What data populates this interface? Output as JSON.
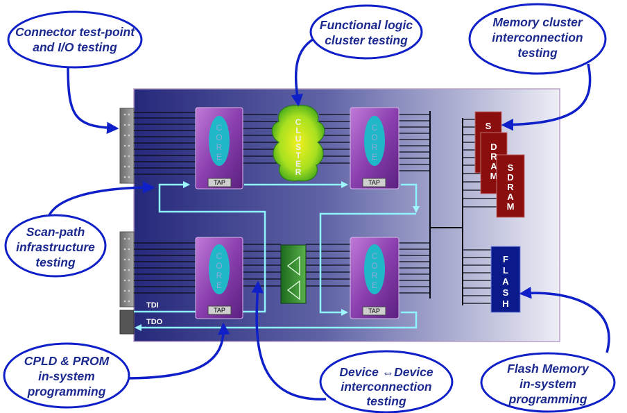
{
  "callouts": {
    "connector": [
      "Connector  test-point",
      "and  I/O testing"
    ],
    "functional": [
      "Functional logic",
      "cluster testing"
    ],
    "memory": [
      "Memory cluster",
      "interconnection",
      "testing"
    ],
    "scanpath": [
      "Scan-path",
      "infrastructure",
      "testing"
    ],
    "cpld": [
      "CPLD & PROM",
      "in-system",
      "programming"
    ],
    "device": [
      "Device ⇔Device",
      "interconnection",
      "testing"
    ],
    "flash_mem": [
      "Flash Memory",
      "in-system",
      "programming"
    ]
  },
  "chips": {
    "core_letters": [
      "C",
      "O",
      "R",
      "E"
    ],
    "tap_label": "TAP"
  },
  "cluster_letters": [
    "C",
    "L",
    "U",
    "S",
    "T",
    "E",
    "R"
  ],
  "sdram": {
    "s1": [
      "S"
    ],
    "s2": [
      "D",
      "R",
      "A",
      "M"
    ],
    "s3": [
      "S",
      "D",
      "R",
      "A",
      "M"
    ]
  },
  "flash_letters": [
    "F",
    "L",
    "A",
    "S",
    "H"
  ],
  "signals": {
    "tdi": "TDI",
    "tdo": "TDO"
  },
  "colors": {
    "callout_text": "#1c2a8f",
    "arrow": "#1020c8",
    "scan_path": "#7ff0ff",
    "core_ellipse": "#20b8c8",
    "chip_body": "#9b4fb8",
    "sdram": "#8a0e0e",
    "flash": "#0a1a8a",
    "cluster": "#3cc01a"
  }
}
